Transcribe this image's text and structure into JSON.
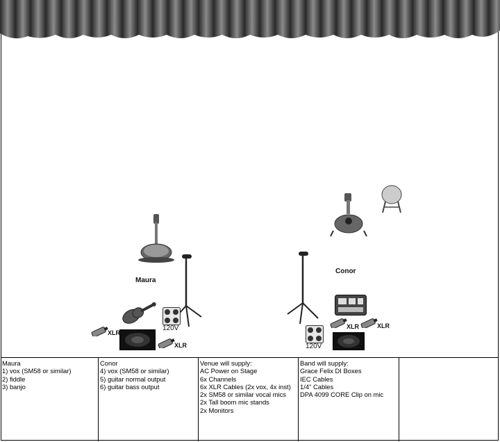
{
  "labels": {
    "maura": "Maura",
    "conor": "Conor",
    "xlr": "XLR",
    "power": "120V"
  },
  "table": {
    "columns": [
      {
        "heading": "Maura",
        "lines": [
          "1) vox (SM58 or similar)",
          "2) fiddle",
          "3) banjo"
        ]
      },
      {
        "heading": "Conor",
        "lines": [
          "4) vox (SM58 or similar)",
          "5) guitar normal output",
          "6) guitar bass output"
        ]
      },
      {
        "heading": "Venue will supply:",
        "lines": [
          "AC Power on Stage",
          "6x Channels",
          "6x XLR Cables (2x vox, 4x inst)",
          "2x SM58 or similar vocal mics",
          "2x Tall boom mic stands",
          "2x Monitors"
        ]
      },
      {
        "heading": "Band will supply:",
        "lines": [
          "Grace Felix DI Boxes",
          "IEC Cables",
          "1/4\" Cables",
          "DPA 4099 CORE Clip on mic"
        ]
      },
      {
        "heading": "",
        "lines": []
      }
    ]
  },
  "colors": {
    "curtain": "#4a4a4a",
    "equipment": "#333333",
    "outline": "#000000"
  }
}
